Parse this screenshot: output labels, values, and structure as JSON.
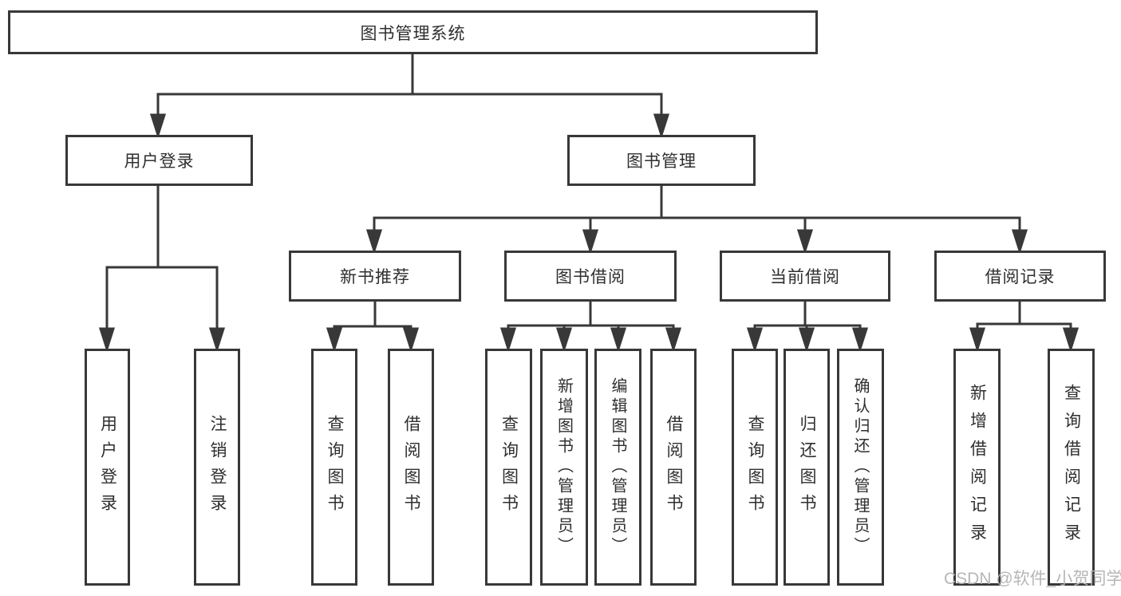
{
  "tree": {
    "label": "图书管理系统",
    "children": [
      {
        "label": "用户登录",
        "children": [
          {
            "label": "用户登录"
          },
          {
            "label": "注销登录"
          }
        ]
      },
      {
        "label": "图书管理",
        "children": [
          {
            "label": "新书推荐",
            "children": [
              {
                "label": "查询图书"
              },
              {
                "label": "借阅图书"
              }
            ]
          },
          {
            "label": "图书借阅",
            "children": [
              {
                "label": "查询图书"
              },
              {
                "label": "新增图书（管理员）"
              },
              {
                "label": "编辑图书（管理员）"
              },
              {
                "label": "借阅图书"
              }
            ]
          },
          {
            "label": "当前借阅",
            "children": [
              {
                "label": "查询图书"
              },
              {
                "label": "归还图书"
              },
              {
                "label": "确认归还（管理员）"
              }
            ]
          },
          {
            "label": "借阅记录",
            "children": [
              {
                "label": "新增借阅记录"
              },
              {
                "label": "查询借阅记录"
              }
            ]
          }
        ]
      }
    ]
  },
  "watermark": {
    "text": "CSDN @软件_小贺同学"
  },
  "colors": {
    "line": "#383838",
    "box_border": "#383838",
    "text": "#2f2f2f",
    "watermark": "#b2b2b2",
    "background": "#ffffff"
  }
}
